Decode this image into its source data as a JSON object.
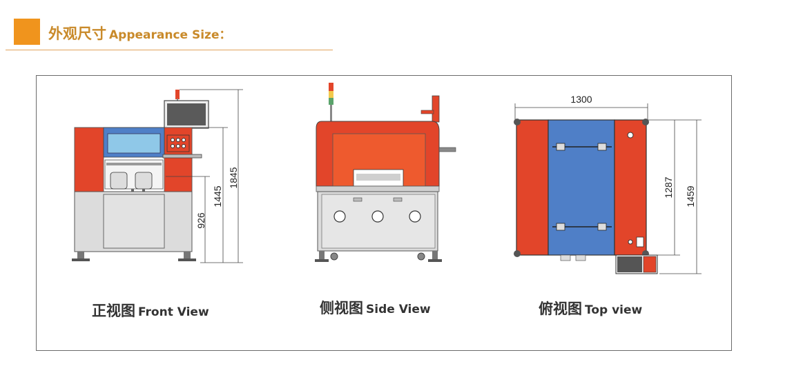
{
  "header": {
    "title_cn": "外观尺寸",
    "title_en": "Appearance Size："
  },
  "views": {
    "front": {
      "caption_cn": "正视图",
      "caption_en": "Front View",
      "dims": {
        "overall_height": "1845",
        "upper_height": "1445",
        "lower_height": "926"
      }
    },
    "side": {
      "caption_cn": "侧视图",
      "caption_en": "Side View"
    },
    "top": {
      "caption_cn": "俯视图",
      "caption_en": "Top view",
      "dims": {
        "width": "1300",
        "inner_depth": "1287",
        "overall_depth": "1459"
      }
    }
  },
  "colors": {
    "accent": "#f0941d",
    "header_text": "#c98a2a",
    "machine_red": "#e2452a",
    "machine_blue": "#4f7fc7",
    "machine_grey": "#dcdcdc"
  }
}
